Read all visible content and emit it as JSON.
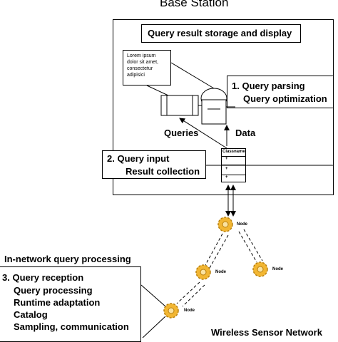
{
  "base_station": {
    "title": "Base Station"
  },
  "storage": {
    "label": "Query result storage and display"
  },
  "lorem_note": {
    "lines": [
      "Lorem ipsum",
      "dolor sit amet,",
      "consectetur",
      "adipisici"
    ]
  },
  "parsing": {
    "lines": [
      "1. Query parsing",
      "Query optimization"
    ]
  },
  "queries_label": "Queries",
  "data_label": "Data",
  "query_input": {
    "lines": [
      "2. Query input",
      "Result collection"
    ]
  },
  "classname": {
    "title": "Classname",
    "rows": [
      "+",
      "+",
      "+"
    ]
  },
  "node_label": "Node",
  "in_network": {
    "heading": "In-network query processing",
    "lines": [
      "3. Query reception",
      "Query processing",
      "Runtime adaptation",
      "Catalog",
      "Sampling, communication"
    ]
  },
  "wsn_label": "Wireless Sensor Network",
  "colors": {
    "node_fill": "#f2b632",
    "node_stroke": "#b8800f",
    "line": "#000000"
  }
}
